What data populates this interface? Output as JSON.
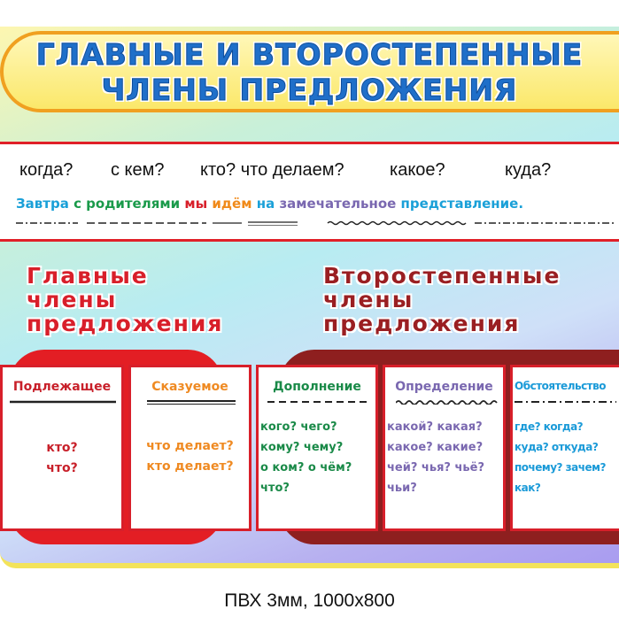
{
  "title": {
    "line1": "ГЛАВНЫЕ И ВТОРОСТЕПЕННЫЕ",
    "line2": "ЧЛЕНЫ ПРЕДЛОЖЕНИЯ"
  },
  "questions": [
    "когда?",
    "с кем?",
    "кто? что делаем?",
    "какое?",
    "куда?"
  ],
  "sentence": [
    {
      "text": "Завтра",
      "color": "#1aa0d8"
    },
    {
      "text": "с родителями",
      "color": "#1a9a4a"
    },
    {
      "text": "мы",
      "color": "#d81f2a"
    },
    {
      "text": "идём",
      "color": "#f08a1a"
    },
    {
      "text": "на",
      "color": "#1aa0d8"
    },
    {
      "text": "замечательное",
      "color": "#7a68b0"
    },
    {
      "text": "представление.",
      "color": "#1aa0d8"
    }
  ],
  "main_heading": {
    "l1": "Главные",
    "l2": "члены",
    "l3": "предложения"
  },
  "secondary_heading": {
    "l1": "Второстепенные",
    "l2": "члены",
    "l3": "предложения"
  },
  "cards": [
    {
      "title": "Подлежащее",
      "color": "#c8202a",
      "questions": [
        "кто?",
        "что?"
      ]
    },
    {
      "title": "Сказуемое",
      "color": "#ef8a22",
      "questions": [
        "что делает?",
        "кто делает?"
      ]
    },
    {
      "title": "Дополнение",
      "color": "#1a8a48",
      "questions": [
        "кого? чего?",
        "кому? чему?",
        "о ком? о чём?",
        "что?"
      ]
    },
    {
      "title": "Определение",
      "color": "#7a68b0",
      "questions": [
        "какой? какая?",
        "какое? какие?",
        "чей? чья? чьё?",
        "чьи?"
      ]
    },
    {
      "title": "Обстоятельство",
      "color": "#1a9ad8",
      "questions": [
        "где? когда?",
        "куда? откуда?",
        "почему? зачем?",
        "как?"
      ]
    }
  ],
  "caption": "ПВХ 3мм, 1000x800"
}
